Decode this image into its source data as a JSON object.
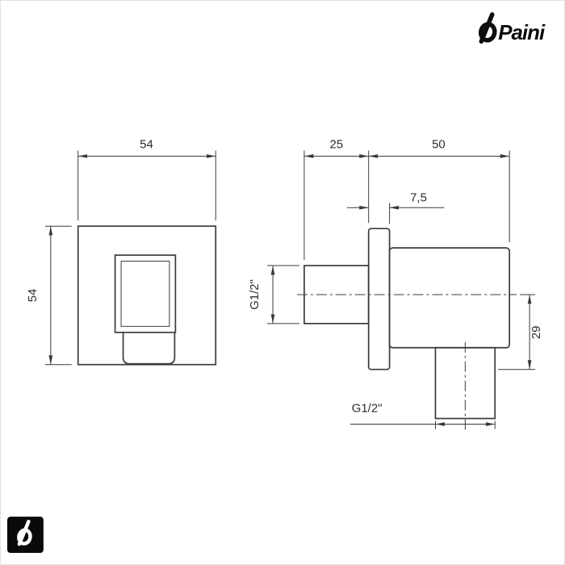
{
  "brand": {
    "wordmark": "Paini",
    "logo_icon": "paini-monogram",
    "color": "#0d0d0d"
  },
  "drawing": {
    "type": "technical-dimension-drawing",
    "line_color": "#3b3b3b",
    "text_color": "#2d2d2d",
    "background": "#ffffff",
    "front_view": {
      "width_mm": "54",
      "height_mm": "54"
    },
    "side_view": {
      "wall_offset_mm": "25",
      "depth_mm": "50",
      "flange_thickness_mm": "7,5",
      "inlet_thread": "G1/2\"",
      "axis_to_base_mm": "29",
      "outlet_thread": "G1/2\""
    }
  }
}
